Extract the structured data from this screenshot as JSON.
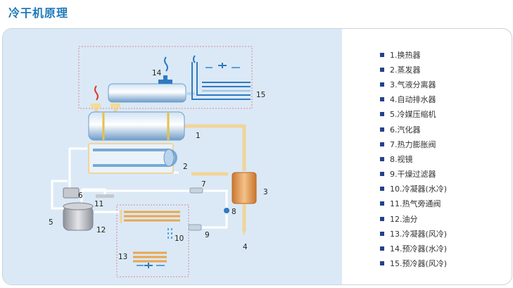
{
  "page_title": "冷干机原理",
  "legend": [
    {
      "label": "1.换热器"
    },
    {
      "label": "2.蒸发器"
    },
    {
      "label": "3.气液分离器"
    },
    {
      "label": "4.自动排水器"
    },
    {
      "label": "5.冷媒压缩机"
    },
    {
      "label": "6.汽化器"
    },
    {
      "label": "7.热力膨胀阀"
    },
    {
      "label": "8.视镜"
    },
    {
      "label": "9.干燥过滤器"
    },
    {
      "label": "10.冷凝器(水冷)"
    },
    {
      "label": "11.热气旁通阀"
    },
    {
      "label": "12.油分"
    },
    {
      "label": "13.冷凝器(风冷)"
    },
    {
      "label": "14.预冷器(水冷)"
    },
    {
      "label": "15.预冷器(风冷)"
    }
  ],
  "diagram_labels": {
    "n1": "1",
    "n2": "2",
    "n3": "3",
    "n4": "4",
    "n5": "5",
    "n6": "6",
    "n7": "7",
    "n8": "8",
    "n9": "9",
    "n10": "10",
    "n11": "11",
    "n12": "12",
    "n13": "13",
    "n14": "14",
    "n15": "15"
  },
  "colors": {
    "title": "#1f79b9",
    "panel_bg": "#dbe9f6",
    "air_pipe": "#f0d59a",
    "refrigerant_pipe": "#ffffff",
    "vessel": "#8fb8dc",
    "separator": "#e8a55b",
    "dash_box": "#d7889a",
    "bullet": "#24408e"
  }
}
